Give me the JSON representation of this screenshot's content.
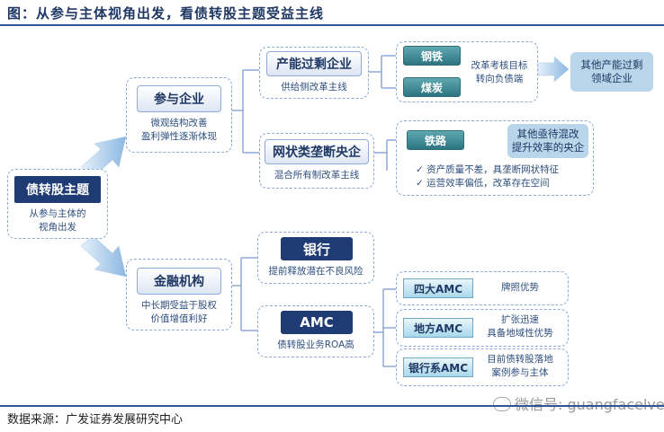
{
  "title": "图：从参与主体视角出发，看债转股主题受益主线",
  "root": {
    "label": "债转股主题",
    "note1": "从参与主体的",
    "note2": "视角出发"
  },
  "participants": {
    "label": "参与企业",
    "note1": "微观结构改善",
    "note2": "盈利弹性逐渐体现",
    "overcapacity": {
      "label": "产能过剩企业",
      "note": "供给侧改革主线",
      "items": [
        "钢铁",
        "煤炭"
      ],
      "reform_note1": "改革考核目标",
      "reform_note2": "转向负债端",
      "other1": "其他产能过剩",
      "other2": "领域企业"
    },
    "monopoly": {
      "label": "网状类垄断央企",
      "note": "混合所有制改革主线",
      "item": "铁路",
      "other1": "其他亟待混改",
      "other2": "提升效率的央企",
      "bullet1": "资产质量不差，具垄断网状特征",
      "bullet2": "运营效率偏低，改革存在空间",
      "check_symbol": "✓"
    }
  },
  "financial": {
    "label": "金融机构",
    "note1": "中长期受益于股权",
    "note2": "价值增值利好",
    "bank": {
      "label": "银行",
      "note": "提前释放潜在不良风险"
    },
    "amc": {
      "label": "AMC",
      "note": "债转股业务ROA高",
      "items": [
        {
          "label": "四大AMC",
          "desc1": "牌照优势",
          "desc2": ""
        },
        {
          "label": "地方AMC",
          "desc1": "扩张迅速",
          "desc2": "具备地域性优势"
        },
        {
          "label": "银行系AMC",
          "desc1": "目前债转股落地",
          "desc2": "案例参与主体"
        }
      ]
    }
  },
  "source": "数据来源：广发证券发展研究中心",
  "watermark": "微信号: guangfacelve",
  "colors": {
    "navy": "#1f3b73",
    "teal": "#2c7481",
    "dash": "#8fa9d6",
    "arrow": "#9cc3e6"
  }
}
